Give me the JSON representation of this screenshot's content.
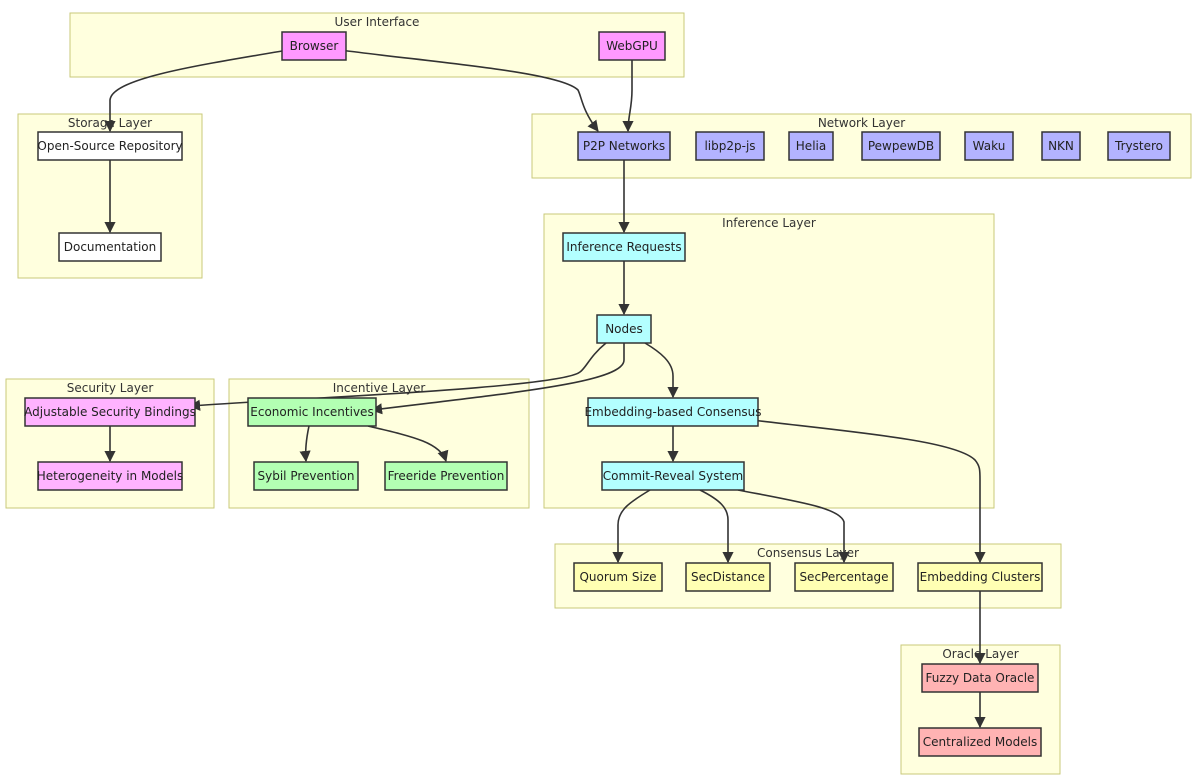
{
  "diagram": {
    "type": "flowchart",
    "colors": {
      "cluster_fill": "#ffffde",
      "cluster_stroke": "#c9c97a",
      "ui": "#ff99ff",
      "network": "#b3b3ff",
      "inference": "#b3ffff",
      "security": "#ffb3ff",
      "incentive": "#b3ffb3",
      "consensus": "#ffffb3",
      "oracle": "#ffb3b3",
      "storage": "#ffffff",
      "edge": "#333333"
    },
    "clusters": [
      {
        "id": "ui",
        "label": "User Interface"
      },
      {
        "id": "storage",
        "label": "Storage Layer"
      },
      {
        "id": "network",
        "label": "Network Layer"
      },
      {
        "id": "inference",
        "label": "Inference Layer"
      },
      {
        "id": "security",
        "label": "Security Layer"
      },
      {
        "id": "incentive",
        "label": "Incentive Layer"
      },
      {
        "id": "consensus",
        "label": "Consensus Layer"
      },
      {
        "id": "oracle",
        "label": "Oracle Layer"
      }
    ],
    "nodes": [
      {
        "id": "browser",
        "label": "Browser",
        "cluster": "ui",
        "color": "ui"
      },
      {
        "id": "webgpu",
        "label": "WebGPU",
        "cluster": "ui",
        "color": "ui"
      },
      {
        "id": "repo",
        "label": "Open-Source Repository",
        "cluster": "storage",
        "color": "storage"
      },
      {
        "id": "docs",
        "label": "Documentation",
        "cluster": "storage",
        "color": "storage"
      },
      {
        "id": "p2p",
        "label": "P2P Networks",
        "cluster": "network",
        "color": "network"
      },
      {
        "id": "libp2p",
        "label": "libp2p-js",
        "cluster": "network",
        "color": "network"
      },
      {
        "id": "helia",
        "label": "Helia",
        "cluster": "network",
        "color": "network"
      },
      {
        "id": "pewpew",
        "label": "PewpewDB",
        "cluster": "network",
        "color": "network"
      },
      {
        "id": "waku",
        "label": "Waku",
        "cluster": "network",
        "color": "network"
      },
      {
        "id": "nkn",
        "label": "NKN",
        "cluster": "network",
        "color": "network"
      },
      {
        "id": "trystero",
        "label": "Trystero",
        "cluster": "network",
        "color": "network"
      },
      {
        "id": "infreq",
        "label": "Inference Requests",
        "cluster": "inference",
        "color": "inference"
      },
      {
        "id": "nodes",
        "label": "Nodes",
        "cluster": "inference",
        "color": "inference"
      },
      {
        "id": "ebc",
        "label": "Embedding-based Consensus",
        "cluster": "inference",
        "color": "inference"
      },
      {
        "id": "crs",
        "label": "Commit-Reveal System",
        "cluster": "inference",
        "color": "inference"
      },
      {
        "id": "asb",
        "label": "Adjustable Security Bindings",
        "cluster": "security",
        "color": "security"
      },
      {
        "id": "het",
        "label": "Heterogeneity in Models",
        "cluster": "security",
        "color": "security"
      },
      {
        "id": "econ",
        "label": "Economic Incentives",
        "cluster": "incentive",
        "color": "incentive"
      },
      {
        "id": "sybil",
        "label": "Sybil Prevention",
        "cluster": "incentive",
        "color": "incentive"
      },
      {
        "id": "freeride",
        "label": "Freeride Prevention",
        "cluster": "incentive",
        "color": "incentive"
      },
      {
        "id": "quorum",
        "label": "Quorum Size",
        "cluster": "consensus",
        "color": "consensus"
      },
      {
        "id": "secdist",
        "label": "SecDistance",
        "cluster": "consensus",
        "color": "consensus"
      },
      {
        "id": "secpct",
        "label": "SecPercentage",
        "cluster": "consensus",
        "color": "consensus"
      },
      {
        "id": "embclust",
        "label": "Embedding Clusters",
        "cluster": "consensus",
        "color": "consensus"
      },
      {
        "id": "fuzzy",
        "label": "Fuzzy Data Oracle",
        "cluster": "oracle",
        "color": "oracle"
      },
      {
        "id": "central",
        "label": "Centralized Models",
        "cluster": "oracle",
        "color": "oracle"
      }
    ],
    "edges": [
      {
        "from": "browser",
        "to": "repo"
      },
      {
        "from": "browser",
        "to": "p2p"
      },
      {
        "from": "webgpu",
        "to": "p2p"
      },
      {
        "from": "repo",
        "to": "docs"
      },
      {
        "from": "p2p",
        "to": "infreq"
      },
      {
        "from": "infreq",
        "to": "nodes"
      },
      {
        "from": "nodes",
        "to": "asb"
      },
      {
        "from": "nodes",
        "to": "econ"
      },
      {
        "from": "nodes",
        "to": "ebc"
      },
      {
        "from": "asb",
        "to": "het"
      },
      {
        "from": "econ",
        "to": "sybil"
      },
      {
        "from": "econ",
        "to": "freeride"
      },
      {
        "from": "ebc",
        "to": "crs"
      },
      {
        "from": "ebc",
        "to": "embclust"
      },
      {
        "from": "crs",
        "to": "quorum"
      },
      {
        "from": "crs",
        "to": "secdist"
      },
      {
        "from": "crs",
        "to": "secpct"
      },
      {
        "from": "embclust",
        "to": "fuzzy"
      },
      {
        "from": "fuzzy",
        "to": "central"
      }
    ]
  }
}
